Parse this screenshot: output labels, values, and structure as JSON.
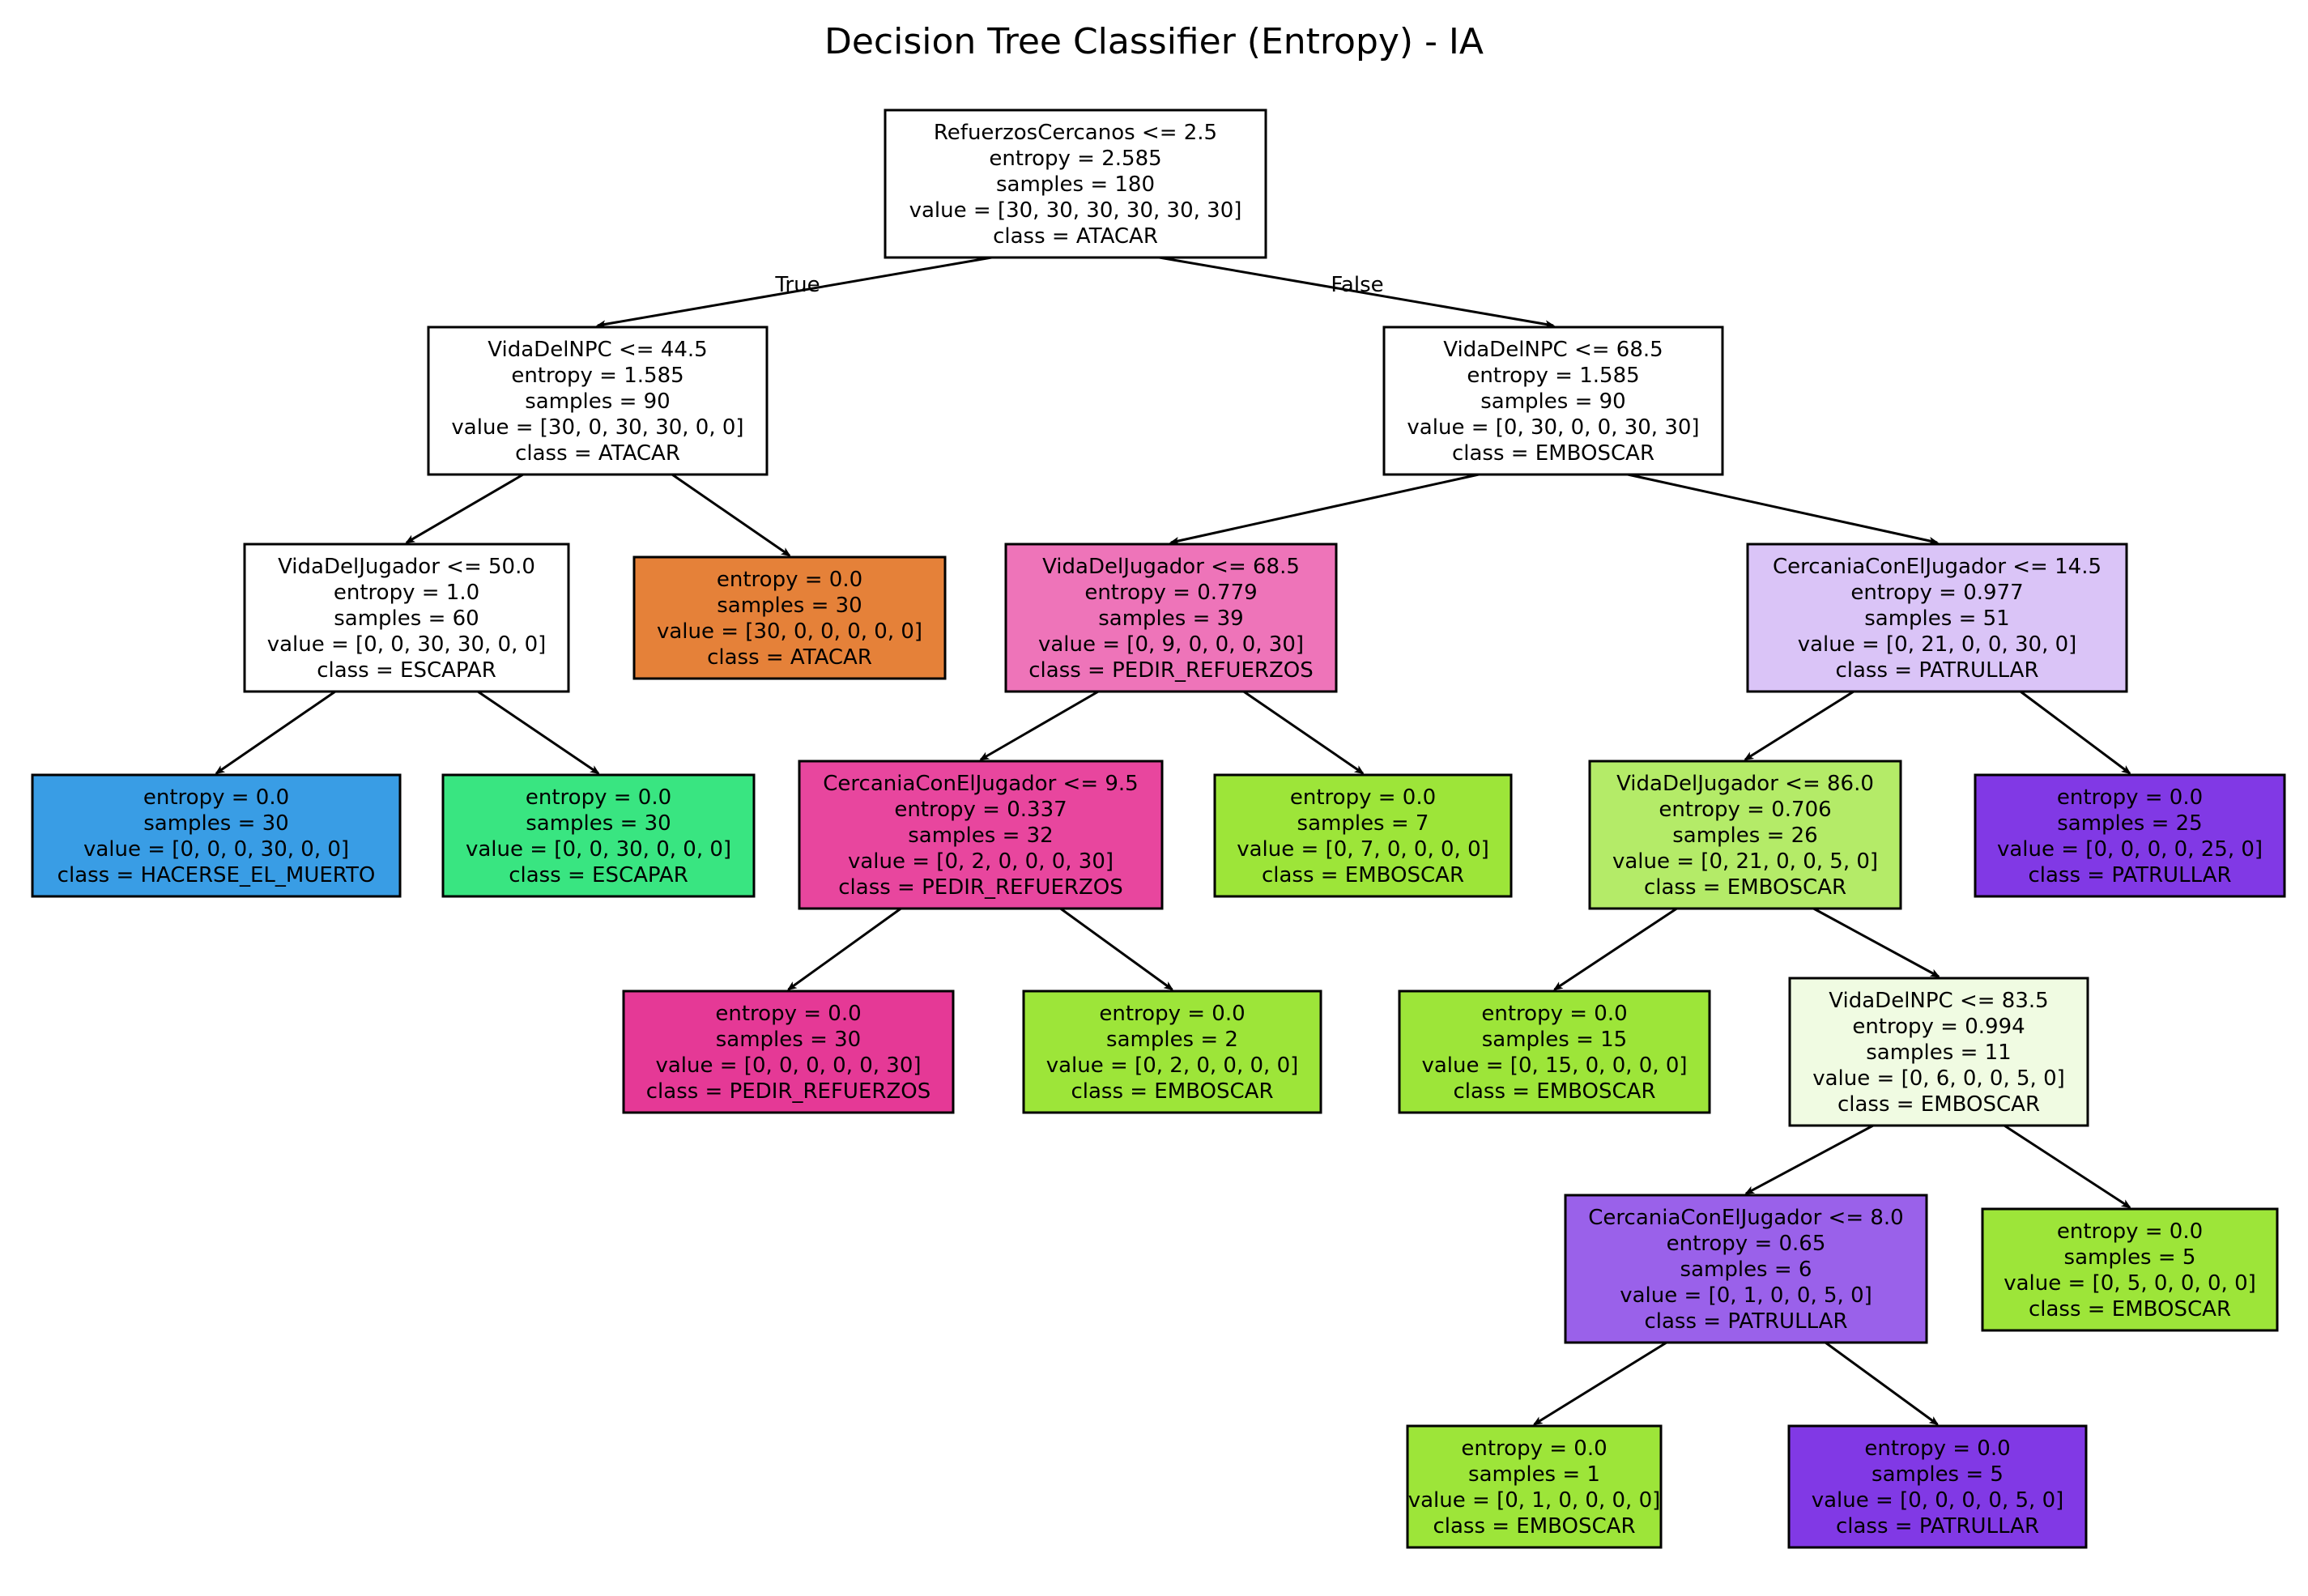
{
  "title": "Decision Tree Classifier (Entropy) - IA",
  "edge_labels": {
    "true_label": "True",
    "false_label": "False"
  },
  "nodes": [
    {
      "id": "n0",
      "lines": [
        "RefuerzosCercanos <= 2.5",
        "entropy = 2.585",
        "samples = 180",
        "value = [30, 30, 30, 30, 30, 30]",
        "class = ATACAR"
      ],
      "fill": "#ffffff"
    },
    {
      "id": "n1",
      "lines": [
        "VidaDelNPC <= 44.5",
        "entropy = 1.585",
        "samples = 90",
        "value = [30, 0, 30, 30, 0, 0]",
        "class = ATACAR"
      ],
      "fill": "#ffffff"
    },
    {
      "id": "n2",
      "lines": [
        "VidaDelNPC <= 68.5",
        "entropy = 1.585",
        "samples = 90",
        "value = [0, 30, 0, 0, 30, 30]",
        "class = EMBOSCAR"
      ],
      "fill": "#ffffff"
    },
    {
      "id": "n3",
      "lines": [
        "VidaDelJugador <= 50.0",
        "entropy = 1.0",
        "samples = 60",
        "value = [0, 0, 30, 30, 0, 0]",
        "class = ESCAPAR"
      ],
      "fill": "#ffffff"
    },
    {
      "id": "n4",
      "lines": [
        "entropy = 0.0",
        "samples = 30",
        "value = [30, 0, 0, 0, 0, 0]",
        "class = ATACAR"
      ],
      "fill": "#e58139"
    },
    {
      "id": "n5",
      "lines": [
        "VidaDelJugador <= 68.5",
        "entropy = 0.779",
        "samples = 39",
        "value = [0, 9, 0, 0, 0, 30]",
        "class = PEDIR_REFUERZOS"
      ],
      "fill": "#ee74b9"
    },
    {
      "id": "n6",
      "lines": [
        "CercaniaConElJugador <= 14.5",
        "entropy = 0.977",
        "samples = 51",
        "value = [0, 21, 0, 0, 30, 0]",
        "class = PATRULLAR"
      ],
      "fill": "#dac4f7"
    },
    {
      "id": "n7",
      "lines": [
        "entropy = 0.0",
        "samples = 30",
        "value = [0, 0, 0, 30, 0, 0]",
        "class = HACERSE_EL_MUERTO"
      ],
      "fill": "#399de5"
    },
    {
      "id": "n8",
      "lines": [
        "entropy = 0.0",
        "samples = 30",
        "value = [0, 0, 30, 0, 0, 0]",
        "class = ESCAPAR"
      ],
      "fill": "#39e581"
    },
    {
      "id": "n9",
      "lines": [
        "CercaniaConElJugador <= 9.5",
        "entropy = 0.337",
        "samples = 32",
        "value = [0, 2, 0, 0, 0, 30]",
        "class = PEDIR_REFUERZOS"
      ],
      "fill": "#e8469e"
    },
    {
      "id": "n10",
      "lines": [
        "entropy = 0.0",
        "samples = 7",
        "value = [0, 7, 0, 0, 0, 0]",
        "class = EMBOSCAR"
      ],
      "fill": "#9de539"
    },
    {
      "id": "n11",
      "lines": [
        "VidaDelJugador <= 86.0",
        "entropy = 0.706",
        "samples = 26",
        "value = [0, 21, 0, 0, 5, 0]",
        "class = EMBOSCAR"
      ],
      "fill": "#b4eb68"
    },
    {
      "id": "n12",
      "lines": [
        "entropy = 0.0",
        "samples = 25",
        "value = [0, 0, 0, 0, 25, 0]",
        "class = PATRULLAR"
      ],
      "fill": "#8139e5"
    },
    {
      "id": "n13",
      "lines": [
        "entropy = 0.0",
        "samples = 30",
        "value = [0, 0, 0, 0, 0, 30]",
        "class = PEDIR_REFUERZOS"
      ],
      "fill": "#e53996"
    },
    {
      "id": "n14",
      "lines": [
        "entropy = 0.0",
        "samples = 2",
        "value = [0, 2, 0, 0, 0, 0]",
        "class = EMBOSCAR"
      ],
      "fill": "#9de539"
    },
    {
      "id": "n15",
      "lines": [
        "entropy = 0.0",
        "samples = 15",
        "value = [0, 15, 0, 0, 0, 0]",
        "class = EMBOSCAR"
      ],
      "fill": "#9de539"
    },
    {
      "id": "n16",
      "lines": [
        "VidaDelNPC <= 83.5",
        "entropy = 0.994",
        "samples = 11",
        "value = [0, 6, 0, 0, 5, 0]",
        "class = EMBOSCAR"
      ],
      "fill": "#f0fbe2"
    },
    {
      "id": "n17",
      "lines": [
        "CercaniaConElJugador <= 8.0",
        "entropy = 0.65",
        "samples = 6",
        "value = [0, 1, 0, 0, 5, 0]",
        "class = PATRULLAR"
      ],
      "fill": "#9a61ea"
    },
    {
      "id": "n18",
      "lines": [
        "entropy = 0.0",
        "samples = 5",
        "value = [0, 5, 0, 0, 0, 0]",
        "class = EMBOSCAR"
      ],
      "fill": "#9de539"
    },
    {
      "id": "n19",
      "lines": [
        "entropy = 0.0",
        "samples = 1",
        "value = [0, 1, 0, 0, 0, 0]",
        "class = EMBOSCAR"
      ],
      "fill": "#9de539"
    },
    {
      "id": "n20",
      "lines": [
        "entropy = 0.0",
        "samples = 5",
        "value = [0, 0, 0, 0, 5, 0]",
        "class = PATRULLAR"
      ],
      "fill": "#8139e5"
    }
  ],
  "edges": [
    [
      "n0",
      "n1"
    ],
    [
      "n0",
      "n2"
    ],
    [
      "n1",
      "n3"
    ],
    [
      "n1",
      "n4"
    ],
    [
      "n2",
      "n5"
    ],
    [
      "n2",
      "n6"
    ],
    [
      "n3",
      "n7"
    ],
    [
      "n3",
      "n8"
    ],
    [
      "n5",
      "n9"
    ],
    [
      "n5",
      "n10"
    ],
    [
      "n6",
      "n11"
    ],
    [
      "n6",
      "n12"
    ],
    [
      "n9",
      "n13"
    ],
    [
      "n9",
      "n14"
    ],
    [
      "n11",
      "n15"
    ],
    [
      "n11",
      "n16"
    ],
    [
      "n16",
      "n17"
    ],
    [
      "n16",
      "n18"
    ],
    [
      "n17",
      "n19"
    ],
    [
      "n17",
      "n20"
    ]
  ]
}
